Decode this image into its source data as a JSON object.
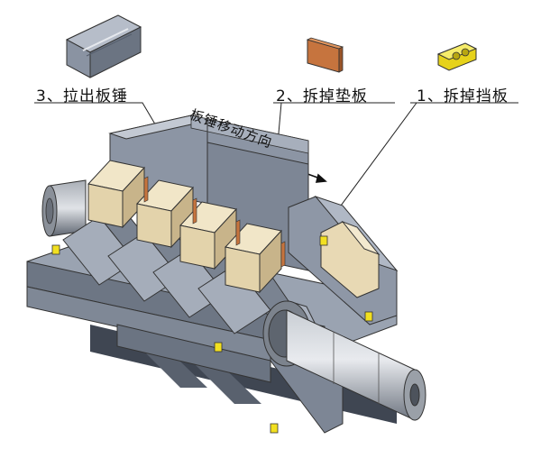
{
  "labels": {
    "step3": "3、拉出板锤",
    "step2": "2、拆掉垫板",
    "step1": "1、拆掉挡板",
    "direction": "板锤移动方向"
  },
  "colors": {
    "steel_face": "#8e98a8",
    "steel_dark": "#5d6675",
    "steel_light": "#b4bcc8",
    "hammer": "#e8d9b4",
    "hammer_dark": "#cbb88e",
    "pad": "#c6743e",
    "baffle": "#f2e020",
    "shaft": "#9aa0a8"
  },
  "icons": {
    "hammer_part": "hammer-plate-icon",
    "pad_part": "pad-plate-icon",
    "baffle_part": "baffle-icon"
  }
}
